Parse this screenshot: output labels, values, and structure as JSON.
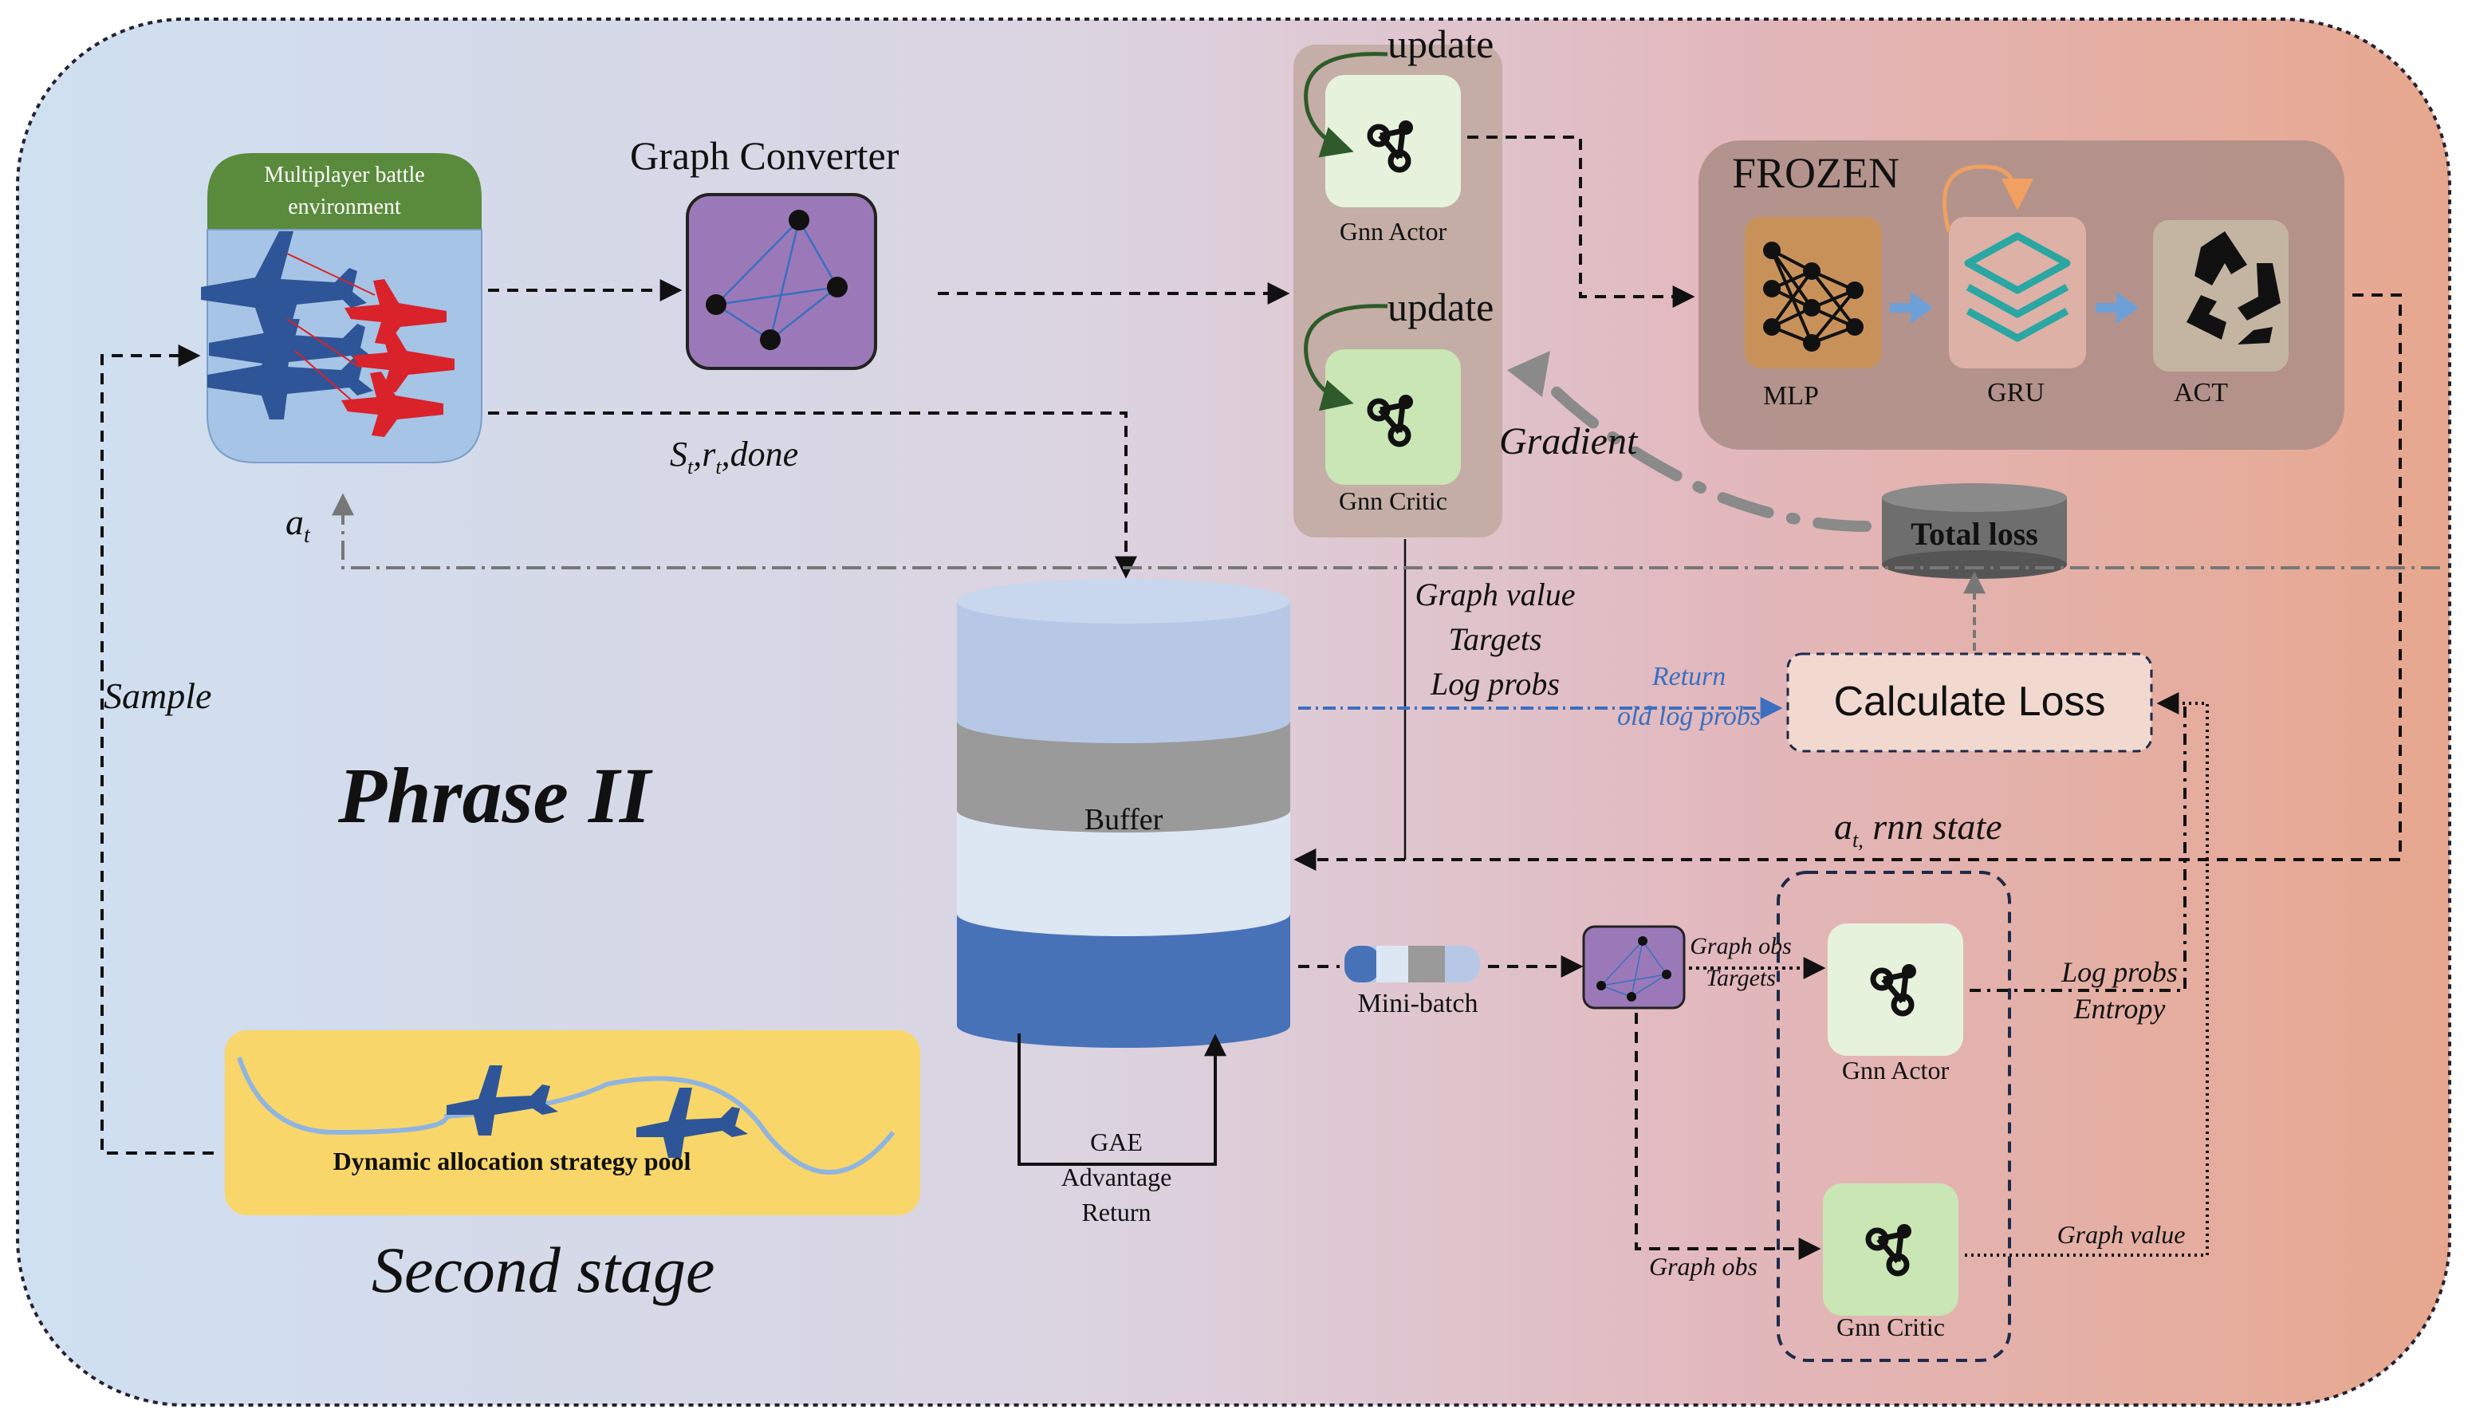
{
  "env": {
    "header": "Multiplayer battle environment",
    "header_line1": "Multiplayer battle",
    "header_line2": "environment"
  },
  "graph_converter": {
    "title": "Graph Converter"
  },
  "actor_top": {
    "update_label": "update",
    "label": "Gnn Actor"
  },
  "critic_top": {
    "update_label": "update",
    "label": "Gnn Critic"
  },
  "frozen": {
    "title": "FROZEN",
    "mlp": "MLP",
    "gru": "GRU",
    "act": "ACT"
  },
  "gradient_label": "Gradient",
  "total_loss": "Total loss",
  "state_label": {
    "s": "S",
    "sub_t": "t",
    "r": "r",
    "done": "done"
  },
  "action_label": {
    "a": "a",
    "sub": "t"
  },
  "sample_label": "Sample",
  "phase_title": "Phrase II",
  "buffer": {
    "label": "Buffer"
  },
  "graph_value_targets": [
    "Graph value",
    "Targets",
    "Log probs"
  ],
  "return_oldlog": [
    "Return",
    "old log probs"
  ],
  "calculate_loss": "Calculate Loss",
  "at_rnn_state": {
    "a": "a",
    "sub": "t,",
    "rest": " rnn state"
  },
  "minibatch": "Mini-batch",
  "gae_labels": [
    "GAE",
    "Advantage",
    "Return"
  ],
  "graph_obs_targets": [
    "Graph obs",
    "Targets"
  ],
  "actor_bottom": {
    "label": "Gnn Actor"
  },
  "critic_bottom": {
    "label": "Gnn Critic"
  },
  "logprobs_entropy": [
    "Log probs",
    "Entropy"
  ],
  "graph_value_bottom": "Graph value",
  "graph_obs_bottom": "Graph obs",
  "strategy_pool": "Dynamic allocation strategy pool",
  "second_stage": "Second stage",
  "colors": {
    "bg_left": "#cfdff0",
    "bg_right": "#e6a88f",
    "env_header": "#5a8a3c",
    "env_body": "#a6c4e6",
    "converter": "#9b79b8",
    "actor_tile": "#e6f2dc",
    "critic_tile": "#c9e6b4",
    "actor_critic_panel": "#bfa99f",
    "frozen_panel": "#ae8f88",
    "mlp_tile": "#c9915a",
    "gru_tile": "#ddb1a6",
    "gru_layers": "#2aa6a3",
    "act_tile": "#c4b5a2",
    "pool": "#f8d66a",
    "buffer_top": "#b7c8e6",
    "buffer_grey": "#9a9a9a",
    "buffer_light": "#dde6f3",
    "buffer_blue": "#4872b8",
    "plane_blue": "#2e5597",
    "plane_red": "#d9222a",
    "return_blue": "#3b6fc0"
  }
}
